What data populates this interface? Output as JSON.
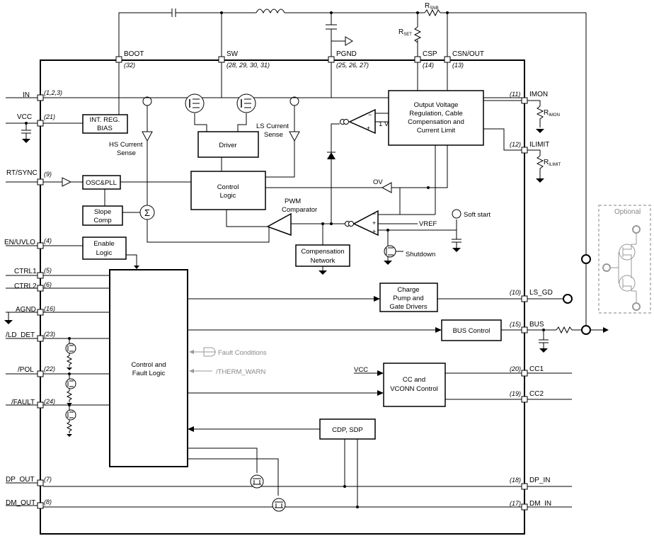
{
  "pins_top": {
    "boot": {
      "label": "BOOT",
      "num": "(32)"
    },
    "sw": {
      "label": "SW",
      "num": "(28, 29, 30, 31)"
    },
    "pgnd": {
      "label": "PGND",
      "num": "(25, 26, 27)"
    },
    "csp": {
      "label": "CSP",
      "num": "(14)"
    },
    "csn": {
      "label": "CSN/OUT",
      "num": "(13)"
    }
  },
  "pins_left": {
    "in": {
      "label": "IN",
      "num": "(1,2,3)"
    },
    "vcc": {
      "label": "VCC",
      "num": "(21)"
    },
    "rt_sync": {
      "label": "RT/SYNC",
      "num": "(9)"
    },
    "en_uvlo": {
      "label": "EN/UVLO",
      "num": "(4)"
    },
    "ctrl1": {
      "label": "CTRL1",
      "num": "(5)"
    },
    "ctrl2": {
      "label": "CTRL2",
      "num": "(6)"
    },
    "agnd": {
      "label": "AGND",
      "num": "(16)"
    },
    "ld_det": {
      "label": "/LD_DET",
      "num": "(23)"
    },
    "pol": {
      "label": "/POL",
      "num": "(22)"
    },
    "fault": {
      "label": "/FAULT",
      "num": "(24)"
    },
    "dp_out": {
      "label": "DP_OUT",
      "num": "(7)"
    },
    "dm_out": {
      "label": "DM_OUT",
      "num": "(8)"
    }
  },
  "pins_right": {
    "imon": {
      "label": "IMON",
      "num": "(11)"
    },
    "ilimit": {
      "label": "ILIMIT",
      "num": "(12)"
    },
    "ls_gd": {
      "label": "LS_GD",
      "num": "(10)"
    },
    "bus": {
      "label": "BUS",
      "num": "(15)"
    },
    "cc1": {
      "label": "CC1",
      "num": "(20)"
    },
    "cc2": {
      "label": "CC2",
      "num": "(19)"
    },
    "dp_in": {
      "label": "DP_IN",
      "num": "(18)"
    },
    "dm_in": {
      "label": "DM_IN",
      "num": "(17)"
    }
  },
  "blocks": {
    "int_reg": [
      "INT. REG.",
      "BIAS"
    ],
    "output_reg": [
      "Output Voltage",
      "Regulation, Cable",
      "Compensation and",
      "Current Limit"
    ],
    "driver": "Driver",
    "control_logic": [
      "Control",
      "Logic"
    ],
    "osc_pll": "OSC&PLL",
    "slope_comp": [
      "Slope",
      "Comp"
    ],
    "enable_logic": [
      "Enable",
      "Logic"
    ],
    "compensation": [
      "Compensation",
      "Network"
    ],
    "charge_pump": [
      "Charge",
      "Pump and",
      "Gate Drivers"
    ],
    "bus_control": "BUS Control",
    "cc_vconn": [
      "CC and",
      "VCONN Control"
    ],
    "cdp_sdp": "CDP, SDP",
    "control_fault": [
      "Control and",
      "Fault Logic"
    ]
  },
  "labels": {
    "r_snb": {
      "main": "R",
      "sub": "SNB"
    },
    "r_set": {
      "main": "R",
      "sub": "SET"
    },
    "r_imon": {
      "main": "R",
      "sub": "IMON"
    },
    "r_ilimit": {
      "main": "R",
      "sub": "ILIMIT"
    },
    "hs_sense": [
      "HS Current",
      "Sense"
    ],
    "ls_sense": [
      "LS Current",
      "Sense"
    ],
    "pwm_comp": [
      "PWM",
      "Comparator"
    ],
    "one_v": "1 V",
    "ov": "OV",
    "vref": "VREF",
    "soft_start": "Soft start",
    "shutdown": "Shutdown",
    "fault_conditions": "Fault Conditions",
    "therm_warn": "/THERM_WARN",
    "vcc_in": "VCC",
    "optional": "Optional",
    "sigma": "Σ",
    "plus": "+",
    "minus": "−"
  }
}
